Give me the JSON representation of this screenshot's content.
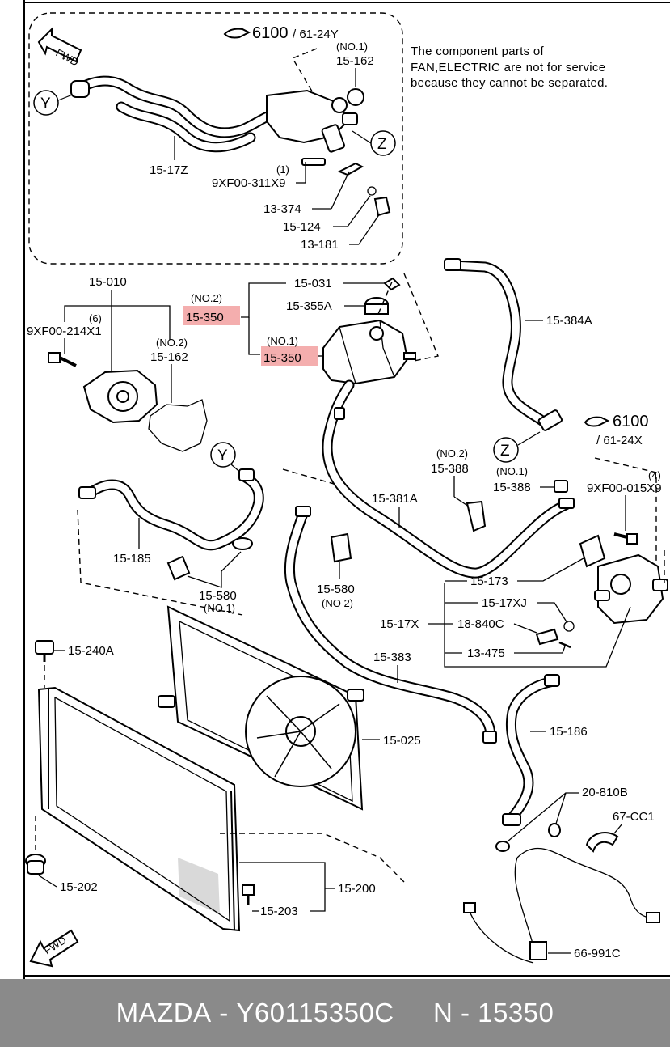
{
  "callouts": {
    "ref_top": "6100",
    "ref_top_sub": "/ 61-24Y",
    "ref_right": "6100",
    "ref_right_sub": "/ 61-24X",
    "circle_y": "Y",
    "circle_z": "Z",
    "fwd": "FWD"
  },
  "note": {
    "line1": "The component parts of",
    "line2": "FAN,ELECTRIC are not for service",
    "line3": "because they cannot be separated."
  },
  "labels": {
    "p15_162_no1_tag": "(NO.1)",
    "p15_162_no1": "15-162",
    "p15_17z": "15-17Z",
    "p9xf00_311x9_qty": "(1)",
    "p9xf00_311x9": "9XF00-311X9",
    "p13_374": "13-374",
    "p15_124": "15-124",
    "p13_181": "13-181",
    "p15_010": "15-010",
    "p9xf00_214x1_qty": "(6)",
    "p9xf00_214x1": "9XF00-214X1",
    "p15_162_no2_tag": "(NO.2)",
    "p15_162_no2": "15-162",
    "p15_350_no2_tag": "(NO.2)",
    "p15_350_no2": "15-350",
    "p15_031": "15-031",
    "p15_355a": "15-355A",
    "p15_350_no1_tag": "(NO.1)",
    "p15_350_no1": "15-350",
    "p15_384a": "15-384A",
    "p15_388_no2_tag": "(NO.2)",
    "p15_388_no2": "15-388",
    "p15_388_no1_tag": "(NO.1)",
    "p15_388_no1": "15-388",
    "p9xf00_015x9_qty": "(4)",
    "p9xf00_015x9": "9XF00-015X9",
    "p15_381a": "15-381A",
    "p15_185": "15-185",
    "p15_580_no1": "15-580",
    "p15_580_no1_tag": "(NO.1)",
    "p15_580_no2": "15-580",
    "p15_580_no2_tag": "(NO 2)",
    "p15_173": "15-173",
    "p15_17xj": "15-17XJ",
    "p15_17x": "15-17X",
    "p18_840c": "18-840C",
    "p13_475": "13-475",
    "p15_240a": "15-240A",
    "p15_383": "15-383",
    "p15_025": "15-025",
    "p15_186": "15-186",
    "p20_810b": "20-810B",
    "p67_cc1": "67-CC1",
    "p15_202": "15-202",
    "p15_200": "15-200",
    "p15_203": "15-203",
    "p66_991c": "66-991C"
  },
  "highlight_color": "#f2a0a0",
  "footer": {
    "brand": "MAZDA",
    "sep": " - ",
    "part_no": "Y60115350C",
    "gap": "     ",
    "ref": "N - 15350"
  }
}
